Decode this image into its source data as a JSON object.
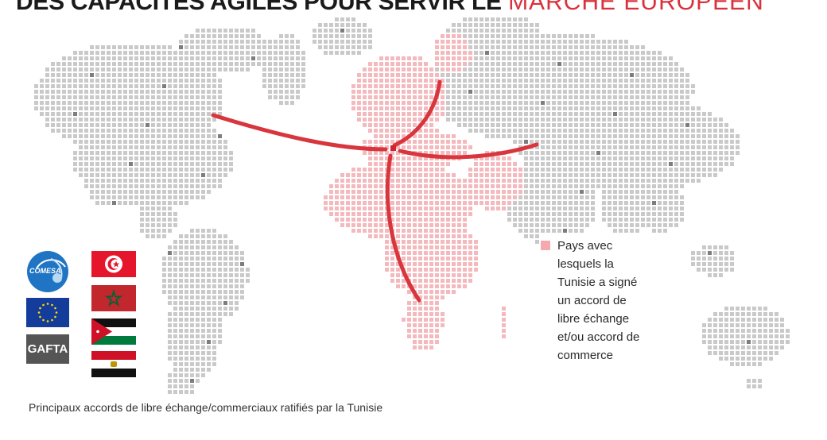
{
  "header": {
    "title_bold": "DES CAPACITÉS AGILES POUR SERVIR LE",
    "title_accent": "MARCHÉ EUROPÉEN"
  },
  "legend": {
    "text": "Pays avec\nlesquels la\nTunisie a signé\nun accord de\nlibre échange\net/ou accord de\ncommerce"
  },
  "footnote": "Principaux accords de libre échange/commerciaux ratifiés par la Tunisie",
  "agreements": {
    "logos": [
      {
        "name": "COMESA",
        "text": "COMESA"
      },
      {
        "name": "European Union"
      },
      {
        "name": "GAFTA",
        "text": "GAFTA"
      }
    ],
    "flags": [
      "Tunisia",
      "Morocco",
      "Jordan",
      "Egypt"
    ]
  },
  "colors": {
    "title_accent": "#d9323c",
    "land_dot": "#c9c9c9",
    "land_dot_dark": "#7d7d7d",
    "agreement_dot": "#f4b9bd",
    "route": "#d8353d",
    "tunisia_marker": "#d02430",
    "legend_swatch": "#f4a9ae"
  },
  "icons": {
    "tunisia_flag": "crescent-star-icon",
    "morocco_flag": "green-pentagram-icon",
    "eu_logo": "ring-of-stars-icon",
    "comesa_logo": "globe-arc-icon"
  }
}
